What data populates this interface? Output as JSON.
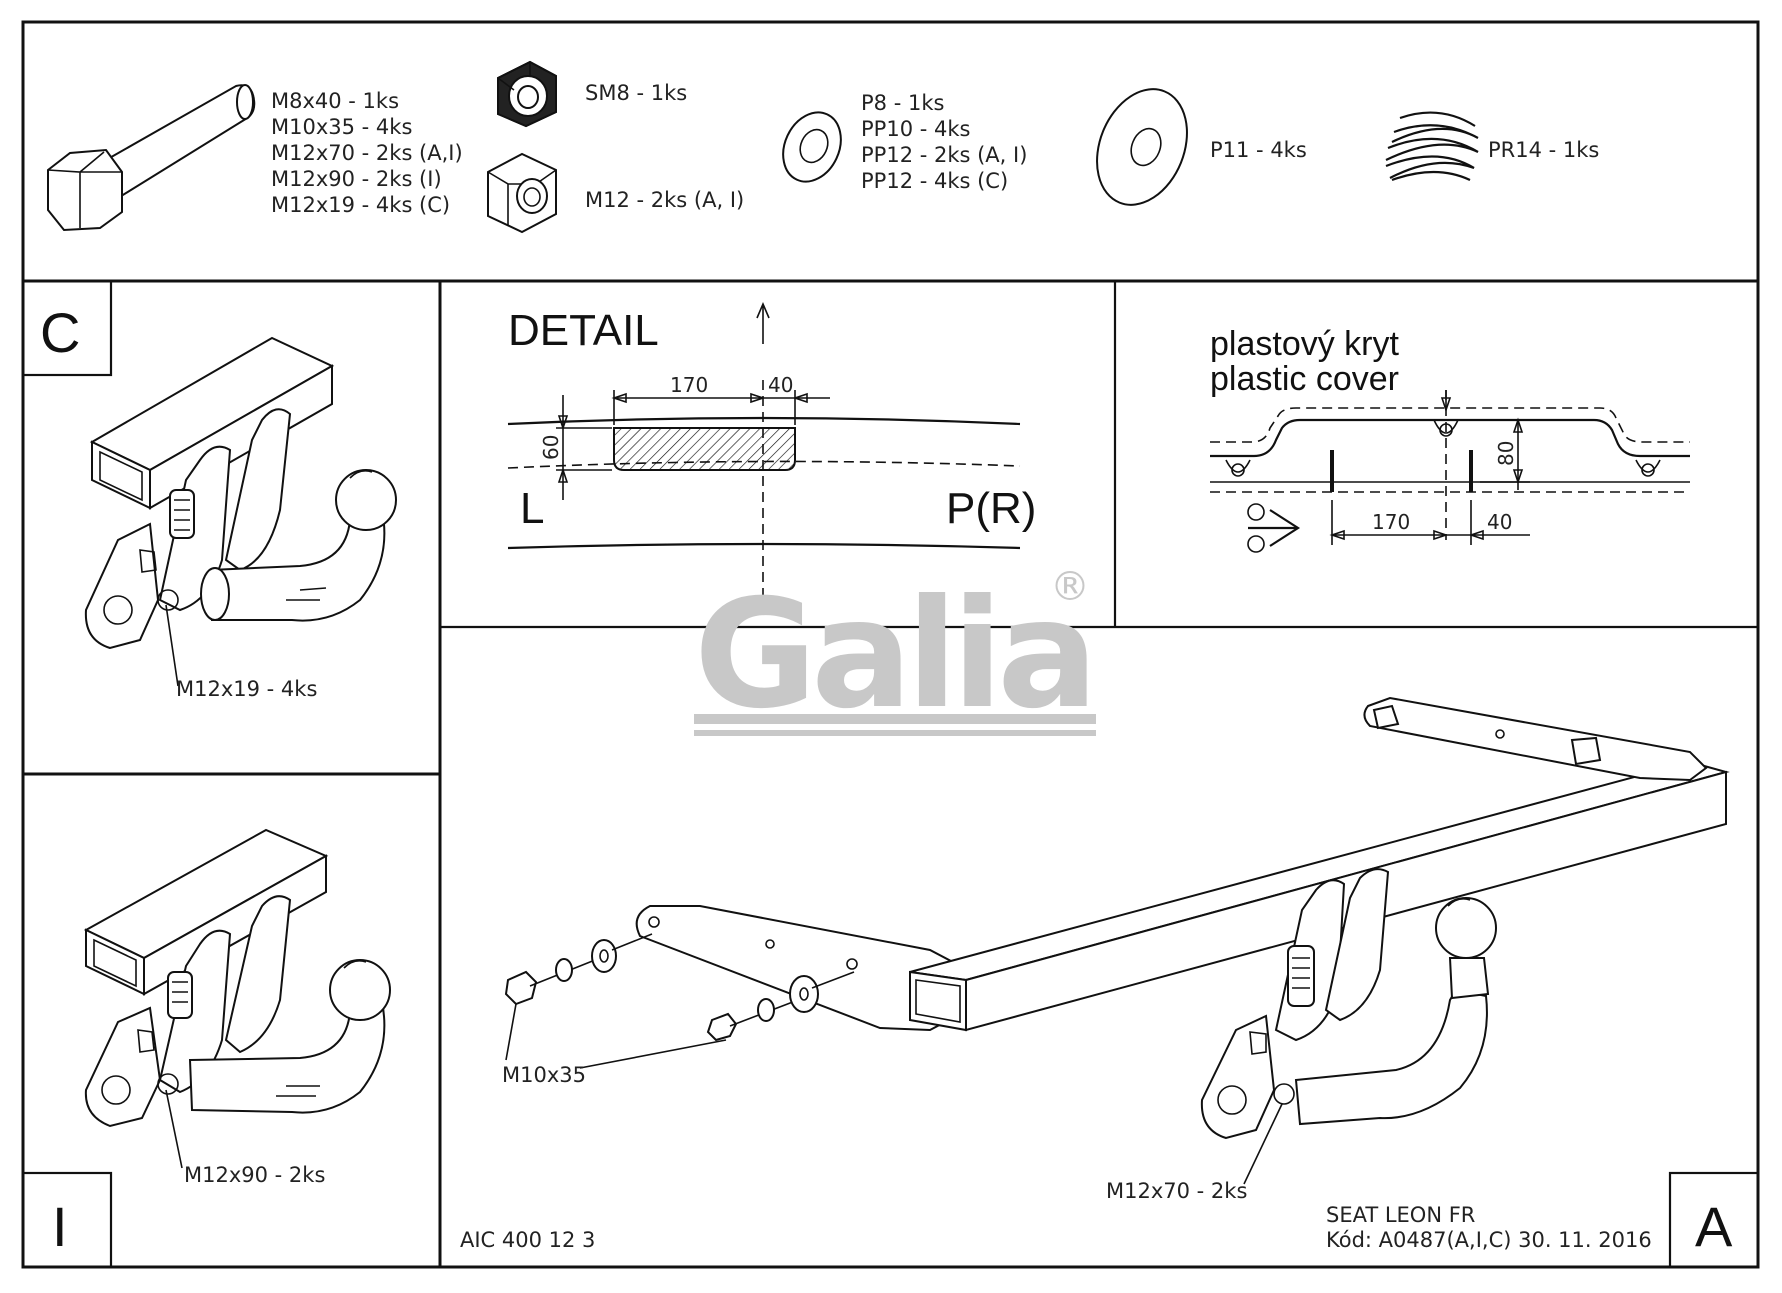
{
  "parts": {
    "bolt_lines": [
      "M8x40 - 1ks",
      "M10x35 - 4ks",
      "M12x70 - 2ks (A,I)",
      "M12x90 - 2ks (I)",
      "M12x19 - 4ks (C)"
    ],
    "nut_sm8": "SM8 - 1ks",
    "nut_m12": "M12 - 2ks (A, I)",
    "washer_lines": [
      "P8 - 1ks",
      "PP10 - 4ks",
      "PP12 - 2ks (A, I)",
      "PP12 - 4ks (C)"
    ],
    "washer_p11": "P11 - 4ks",
    "spring_pr14": "PR14 - 1ks"
  },
  "panel_c": {
    "corner": "C",
    "callout": "M12x19 - 4ks"
  },
  "panel_i": {
    "corner": "I",
    "callout": "M12x90 - 2ks"
  },
  "detail": {
    "title": "DETAIL",
    "dim_170": "170",
    "dim_40": "40",
    "dim_60": "60",
    "left": "L",
    "right": "P(R)"
  },
  "cover": {
    "title_cz": "plastový kryt",
    "title_en": "plastic cover",
    "dim_170": "170",
    "dim_40": "40",
    "dim_80": "80"
  },
  "logo": {
    "text": "Galia",
    "reg": "®"
  },
  "panel_a": {
    "corner": "A",
    "callout_m10": "M10x35",
    "callout_m12": "M12x70 - 2ks",
    "code": "AIC 400 12 3",
    "model": "SEAT LEON FR",
    "kod": "Kód: A0487(A,I,C)  30. 11. 2016"
  },
  "colors": {
    "line": "#111111",
    "logo": "#c8c8c8"
  }
}
